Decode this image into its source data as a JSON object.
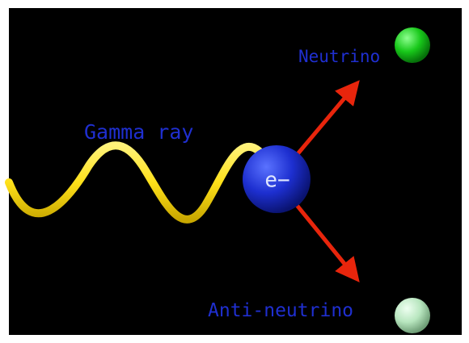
{
  "labels": {
    "gamma_ray": "Gamma ray",
    "electron": "e−",
    "neutrino": "Neutrino",
    "antineutrino": "Anti-neutrino"
  },
  "colors": {
    "background": "#000000",
    "frame": "#ffffff",
    "label_text": "#1f2fd0",
    "wave": "#ffe11a",
    "electron": "#1d2fd0",
    "arrow": "#e8250c",
    "neutrino": "#18c81a",
    "antineutrino": "#b8e6bf"
  }
}
